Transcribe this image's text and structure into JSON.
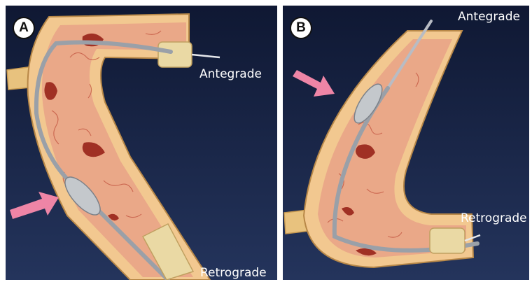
{
  "panels": [
    {
      "badge": "A",
      "antegrade_label": "Antegrade",
      "retrograde_label": "Retrograde"
    },
    {
      "badge": "B",
      "antegrade_label": "Antegrade",
      "retrograde_label": "Retrograde"
    }
  ],
  "colors": {
    "background": "#172443",
    "vessel_wall": "#f2c890",
    "plaque": "#eaa888",
    "thrombus": "#a03024",
    "wire": "#9aa0a8",
    "balloon": "#c4c8cc",
    "sheath": "#ead9a4",
    "arrow": "#ee85a6"
  }
}
